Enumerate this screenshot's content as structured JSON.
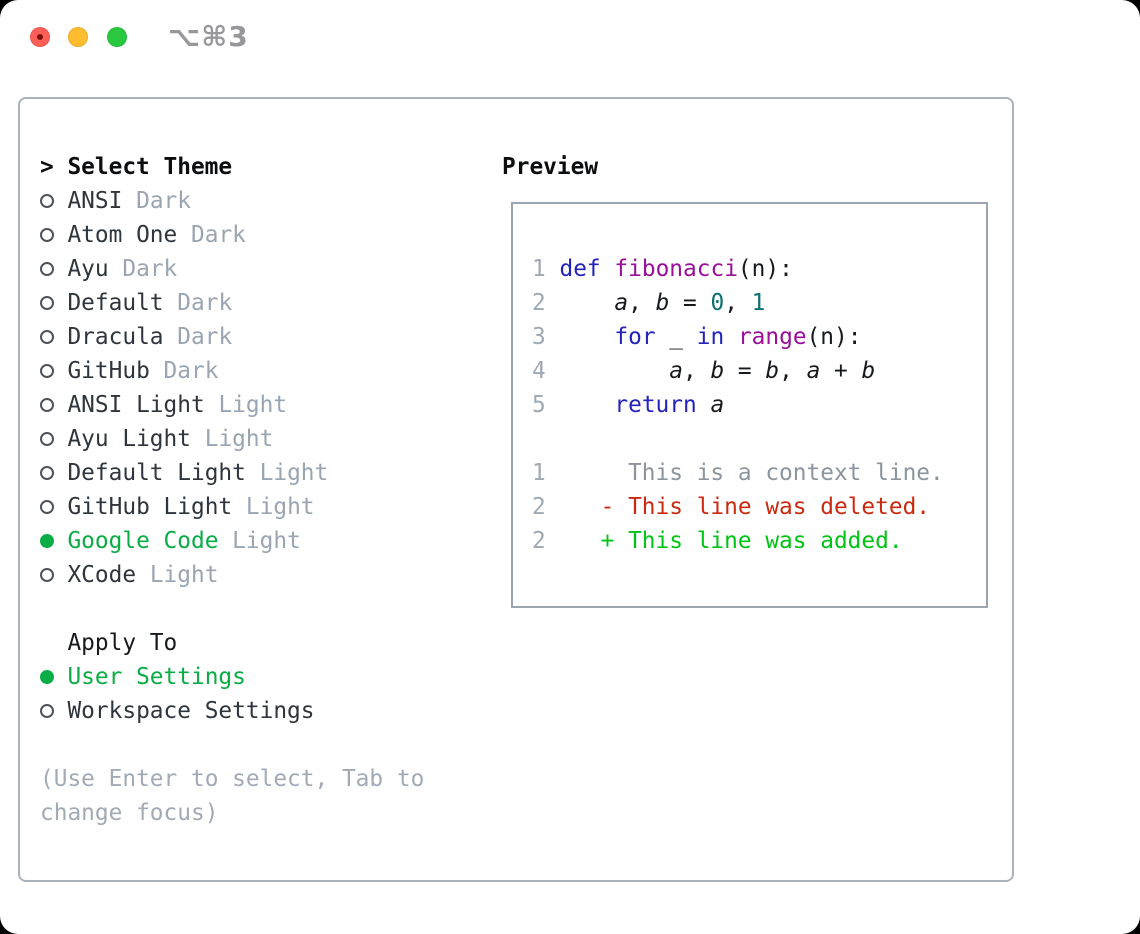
{
  "titlebar": {
    "shortcut": "⌥⌘3"
  },
  "selector": {
    "prompt": ">",
    "title": "Select Theme",
    "themes": [
      {
        "name": "ANSI",
        "variant": "Dark",
        "selected": false
      },
      {
        "name": "Atom One",
        "variant": "Dark",
        "selected": false
      },
      {
        "name": "Ayu",
        "variant": "Dark",
        "selected": false
      },
      {
        "name": "Default",
        "variant": "Dark",
        "selected": false
      },
      {
        "name": "Dracula",
        "variant": "Dark",
        "selected": false
      },
      {
        "name": "GitHub",
        "variant": "Dark",
        "selected": false
      },
      {
        "name": "ANSI Light",
        "variant": "Light",
        "selected": false
      },
      {
        "name": "Ayu Light",
        "variant": "Light",
        "selected": false
      },
      {
        "name": "Default Light",
        "variant": "Light",
        "selected": false
      },
      {
        "name": "GitHub Light",
        "variant": "Light",
        "selected": false
      },
      {
        "name": "Google Code",
        "variant": "Light",
        "selected": true
      },
      {
        "name": "XCode",
        "variant": "Light",
        "selected": false
      }
    ],
    "apply_to": {
      "title": "Apply To",
      "options": [
        {
          "name": "User Settings",
          "selected": true
        },
        {
          "name": "Workspace Settings",
          "selected": false
        }
      ]
    },
    "help_lines": [
      "(Use Enter to select, Tab to",
      "change focus)"
    ]
  },
  "preview": {
    "title": "Preview",
    "code_lines": [
      {
        "num": "1",
        "segments": [
          {
            "t": "def",
            "c": "kwd"
          },
          {
            "t": " ",
            "c": "pln"
          },
          {
            "t": "fibonacci",
            "c": "fun"
          },
          {
            "t": "(n):",
            "c": "pln"
          }
        ]
      },
      {
        "num": "2",
        "segments": [
          {
            "t": "    ",
            "c": "pln"
          },
          {
            "t": "a",
            "c": "var"
          },
          {
            "t": ", ",
            "c": "pln"
          },
          {
            "t": "b",
            "c": "var"
          },
          {
            "t": " = ",
            "c": "pln"
          },
          {
            "t": "0",
            "c": "lit"
          },
          {
            "t": ", ",
            "c": "pln"
          },
          {
            "t": "1",
            "c": "lit"
          }
        ]
      },
      {
        "num": "3",
        "segments": [
          {
            "t": "    ",
            "c": "pln"
          },
          {
            "t": "for",
            "c": "kwd"
          },
          {
            "t": " _ ",
            "c": "pln"
          },
          {
            "t": "in",
            "c": "kwd"
          },
          {
            "t": " ",
            "c": "pln"
          },
          {
            "t": "range",
            "c": "fun"
          },
          {
            "t": "(n):",
            "c": "pln"
          }
        ]
      },
      {
        "num": "4",
        "segments": [
          {
            "t": "        ",
            "c": "pln"
          },
          {
            "t": "a",
            "c": "var"
          },
          {
            "t": ", ",
            "c": "pln"
          },
          {
            "t": "b",
            "c": "var"
          },
          {
            "t": " = ",
            "c": "pln"
          },
          {
            "t": "b",
            "c": "var"
          },
          {
            "t": ", ",
            "c": "pln"
          },
          {
            "t": "a",
            "c": "var"
          },
          {
            "t": " + ",
            "c": "pln"
          },
          {
            "t": "b",
            "c": "var"
          }
        ]
      },
      {
        "num": "5",
        "segments": [
          {
            "t": "    ",
            "c": "pln"
          },
          {
            "t": "return",
            "c": "kwd"
          },
          {
            "t": " ",
            "c": "pln"
          },
          {
            "t": "a",
            "c": "var"
          }
        ]
      }
    ],
    "diff_lines": [
      {
        "num": "1",
        "kind": "context",
        "text": "      This is a context line."
      },
      {
        "num": "2",
        "kind": "deleted",
        "text": "    - This line was deleted."
      },
      {
        "num": "2",
        "kind": "added",
        "text": "    + This line was added."
      }
    ]
  },
  "colors": {
    "accent_green": "#0aad45",
    "diff_added_green": "#00c414",
    "diff_deleted_red": "#ca2a10",
    "keyword_blue": "#2323bb",
    "function_purple": "#990f99",
    "literal_teal": "#0c7070",
    "traffic_red": "#ff5f57",
    "traffic_yellow": "#febc2e",
    "traffic_green": "#2ac840"
  }
}
